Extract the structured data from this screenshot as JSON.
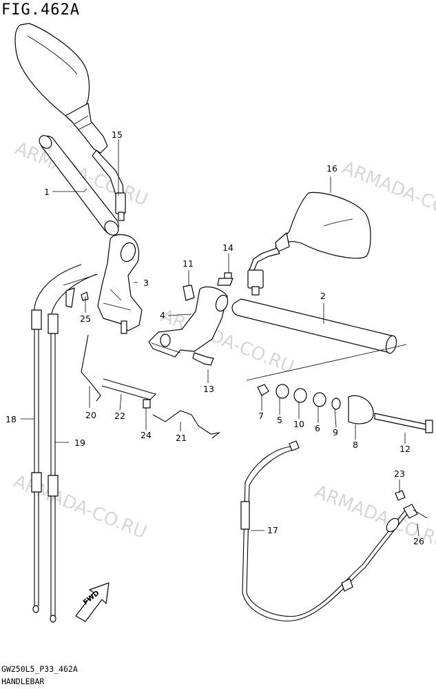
{
  "figure_title": "FIG.462A",
  "footer": {
    "code": "GW250L5_P33_462A",
    "name": "HANDLEBAR"
  },
  "watermark": "ARMADA-CO.RU",
  "fwd_label": "FWD",
  "callouts": [
    "1",
    "2",
    "3",
    "4",
    "5",
    "6",
    "7",
    "8",
    "9",
    "10",
    "11",
    "12",
    "13",
    "14",
    "15",
    "16",
    "17",
    "18",
    "19",
    "20",
    "21",
    "22",
    "23",
    "24",
    "25",
    "26"
  ]
}
